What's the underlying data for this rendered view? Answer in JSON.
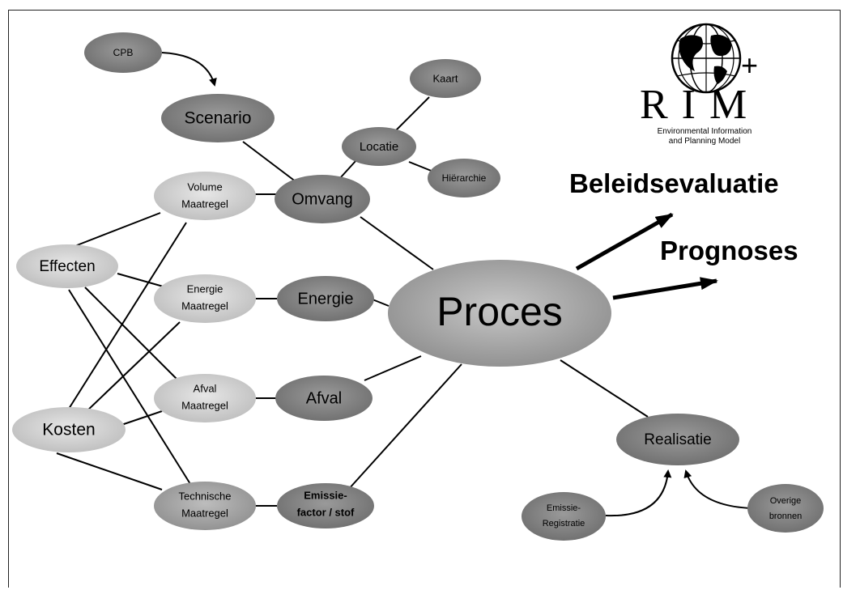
{
  "logo": {
    "name": "R I M",
    "plus": "+",
    "subtitle_line1": "Environmental Information",
    "subtitle_line2": "and Planning Model"
  },
  "outputs": {
    "beleidsevaluatie": "Beleidsevaluatie",
    "prognoses": "Prognoses"
  },
  "nodes": {
    "cpb": "CPB",
    "scenario": "Scenario",
    "kaart": "Kaart",
    "locatie": "Locatie",
    "hierarchie": "Hiërarchie",
    "omvang": "Omvang",
    "volume_maatregel_1": "Volume",
    "volume_maatregel_2": "Maatregel",
    "effecten": "Effecten",
    "energie_maatregel_1": "Energie",
    "energie_maatregel_2": "Maatregel",
    "energie": "Energie",
    "proces": "Proces",
    "afval_maatregel_1": "Afval",
    "afval_maatregel_2": "Maatregel",
    "afval": "Afval",
    "kosten": "Kosten",
    "technische_maatregel_1": "Technische",
    "technische_maatregel_2": "Maatregel",
    "emissiefactor_1": "Emissie-",
    "emissiefactor_2": "factor / stof",
    "realisatie": "Realisatie",
    "emissieregistratie_1": "Emissie-",
    "emissieregistratie_2": "Registratie",
    "overige_bronnen_1": "Overige",
    "overige_bronnen_2": "bronnen"
  },
  "colors": {
    "node_dark": "#7a7a7a",
    "node_medium": "#9c9c9c",
    "node_light": "#cfcfcf",
    "line": "#000000"
  }
}
